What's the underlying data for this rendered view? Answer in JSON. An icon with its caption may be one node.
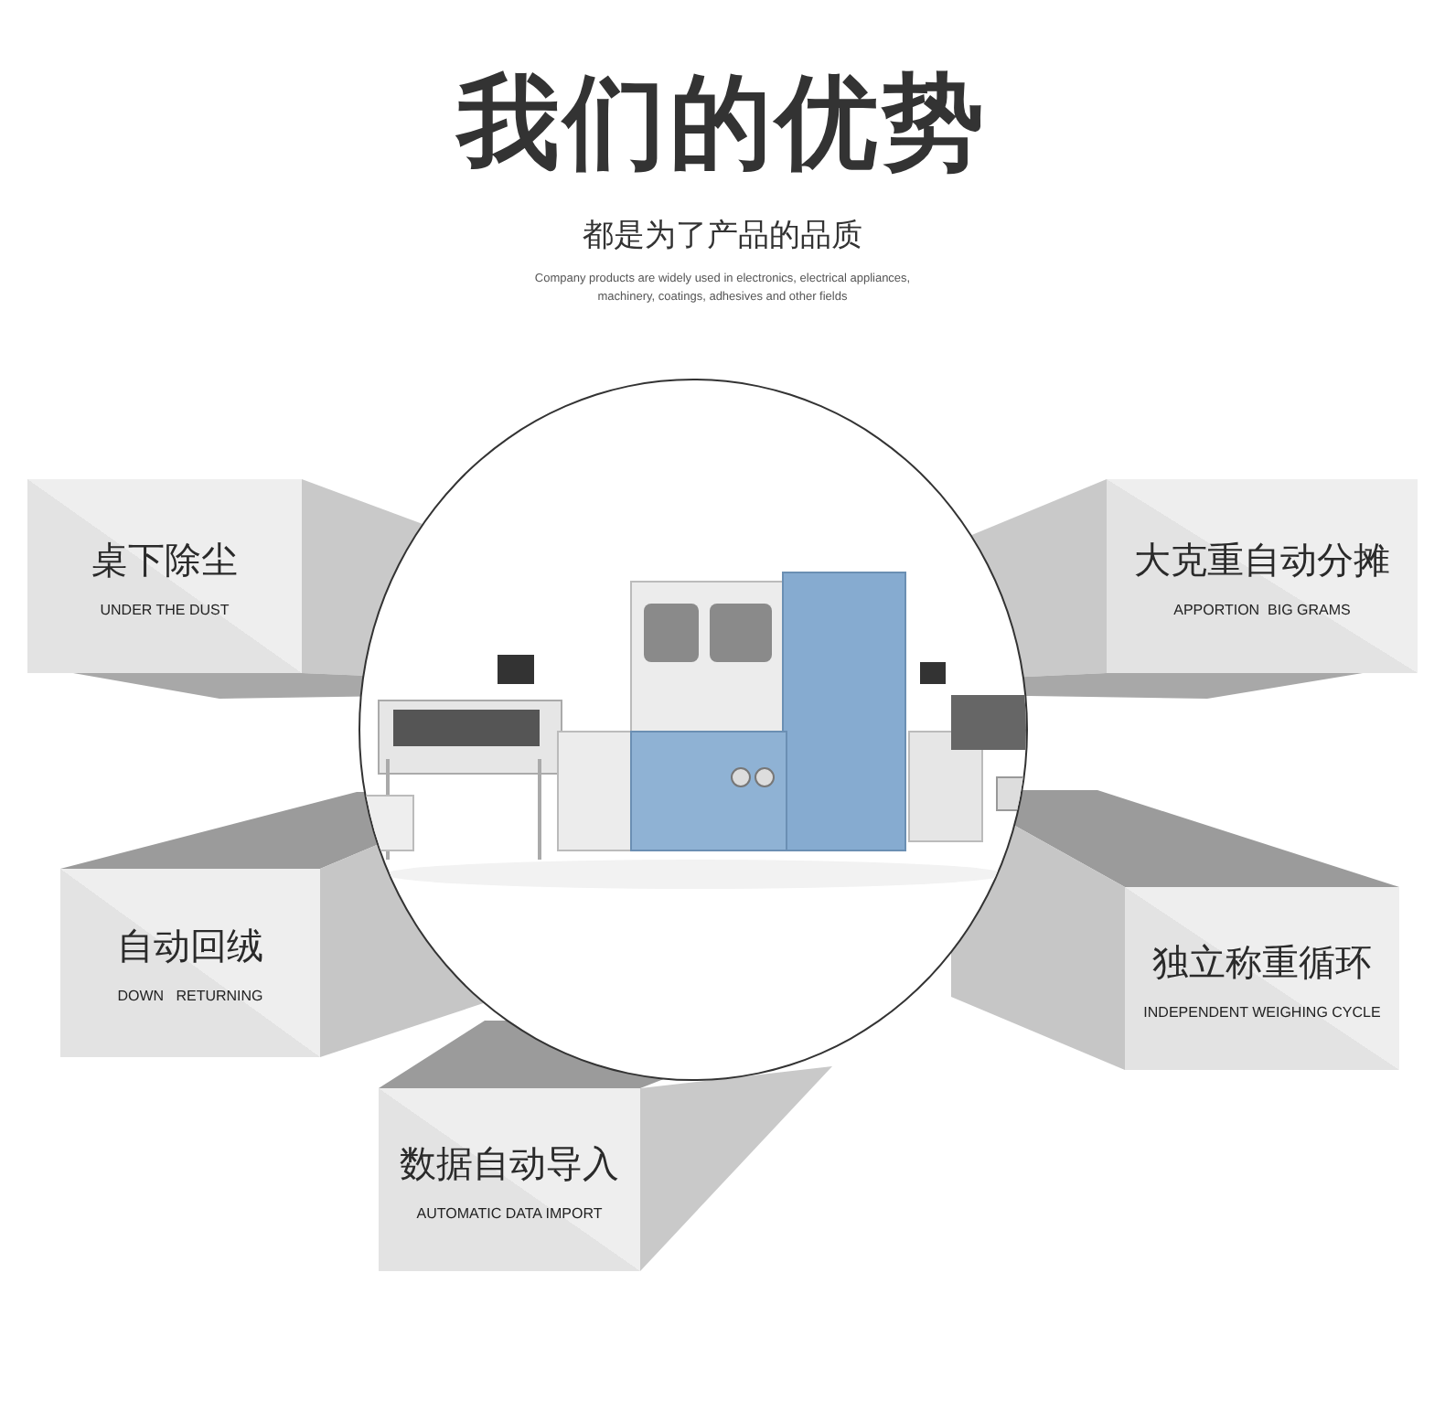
{
  "diagram": {
    "title": "我们的优势",
    "nodes": [
      {
        "text": [],
        "shape": "circle"
      },
      {
        "text": [
          "桌下除尘",
          "UNDER THE DUST"
        ]
      },
      {
        "text": [
          "大克重自动分摊",
          "APPORTION  BIG GRAMS"
        ]
      },
      {
        "text": [
          "自动回绒",
          "DOWN   RETURNING"
        ]
      },
      {
        "text": [
          "独立称重循环",
          "INDEPENDENT WEIGHING CYCLE"
        ]
      },
      {
        "text": [
          "数据自动导入",
          "AUTOMATIC DATA IMPORT"
        ]
      }
    ],
    "labels": [
      "都是为了产品的品质",
      "Company products are widely used in electronics, electrical appliances, machinery, coatings, adhesives and other fields"
    ]
  }
}
